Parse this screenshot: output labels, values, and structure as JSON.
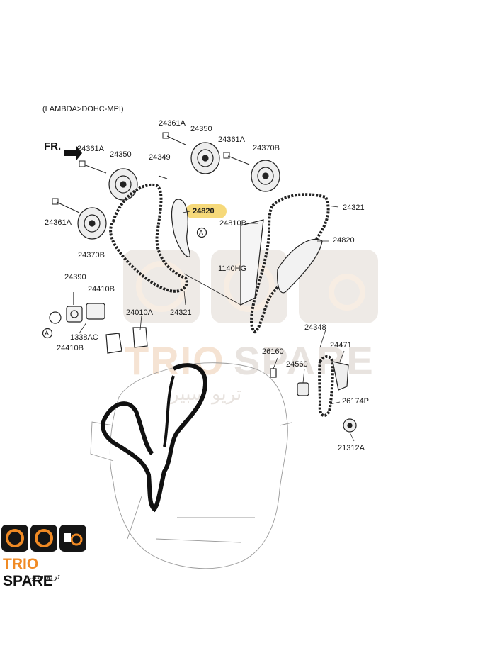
{
  "header": {
    "variant": "(LAMBDA>DOHC-MPI)"
  },
  "front_marker": {
    "text": "FR."
  },
  "highlight": {
    "part": "24820",
    "color": "#f6d97a"
  },
  "watermark": {
    "latin_left": "TRIO",
    "latin_right": "SPARE",
    "arabic": "تريو سبير"
  },
  "brand_logo": {
    "name_left": "TRIO",
    "name_right": "SPARE",
    "arabic": "تريو سبير",
    "accent": "#f08a24"
  },
  "parts": [
    "24361A",
    "24350",
    "24361A",
    "24370B",
    "24361A",
    "24350",
    "24349",
    "24820",
    "24321",
    "24361A",
    "24810B",
    "24820",
    "24370B",
    "1140HG",
    "24390",
    "24410B",
    "24010A",
    "24321",
    "1338AC",
    "24410B",
    "24348",
    "24471",
    "26160",
    "24560",
    "26174P",
    "21312A"
  ],
  "callouts": [
    "A",
    "A"
  ]
}
